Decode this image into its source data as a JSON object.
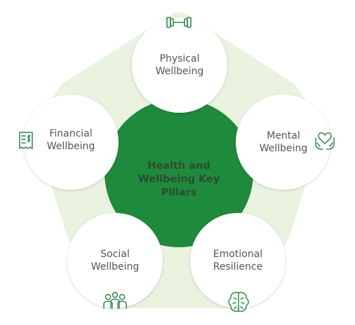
{
  "center": {
    "line1": "Health and",
    "line2": "Wellbeing Key Pillars"
  },
  "pillars": [
    {
      "line1": "Physical",
      "line2": "Wellbeing",
      "icon": "dumbbell-icon"
    },
    {
      "line1": "Mental",
      "line2": "Wellbeing",
      "icon": "hands-heart-icon"
    },
    {
      "line1": "Emotional",
      "line2": "Resilience",
      "icon": "brain-icon"
    },
    {
      "line1": "Social",
      "line2": "Wellbeing",
      "icon": "people-group-icon"
    },
    {
      "line1": "Financial",
      "line2": "Wellbeing",
      "icon": "receipt-dollar-icon"
    }
  ],
  "colors": {
    "center_fill": "#1e8a3c",
    "pentagon_fill": "#eaf3df",
    "circle_fill": "#ffffff",
    "icon_stroke": "#2e8b4a",
    "text": "#555555"
  }
}
